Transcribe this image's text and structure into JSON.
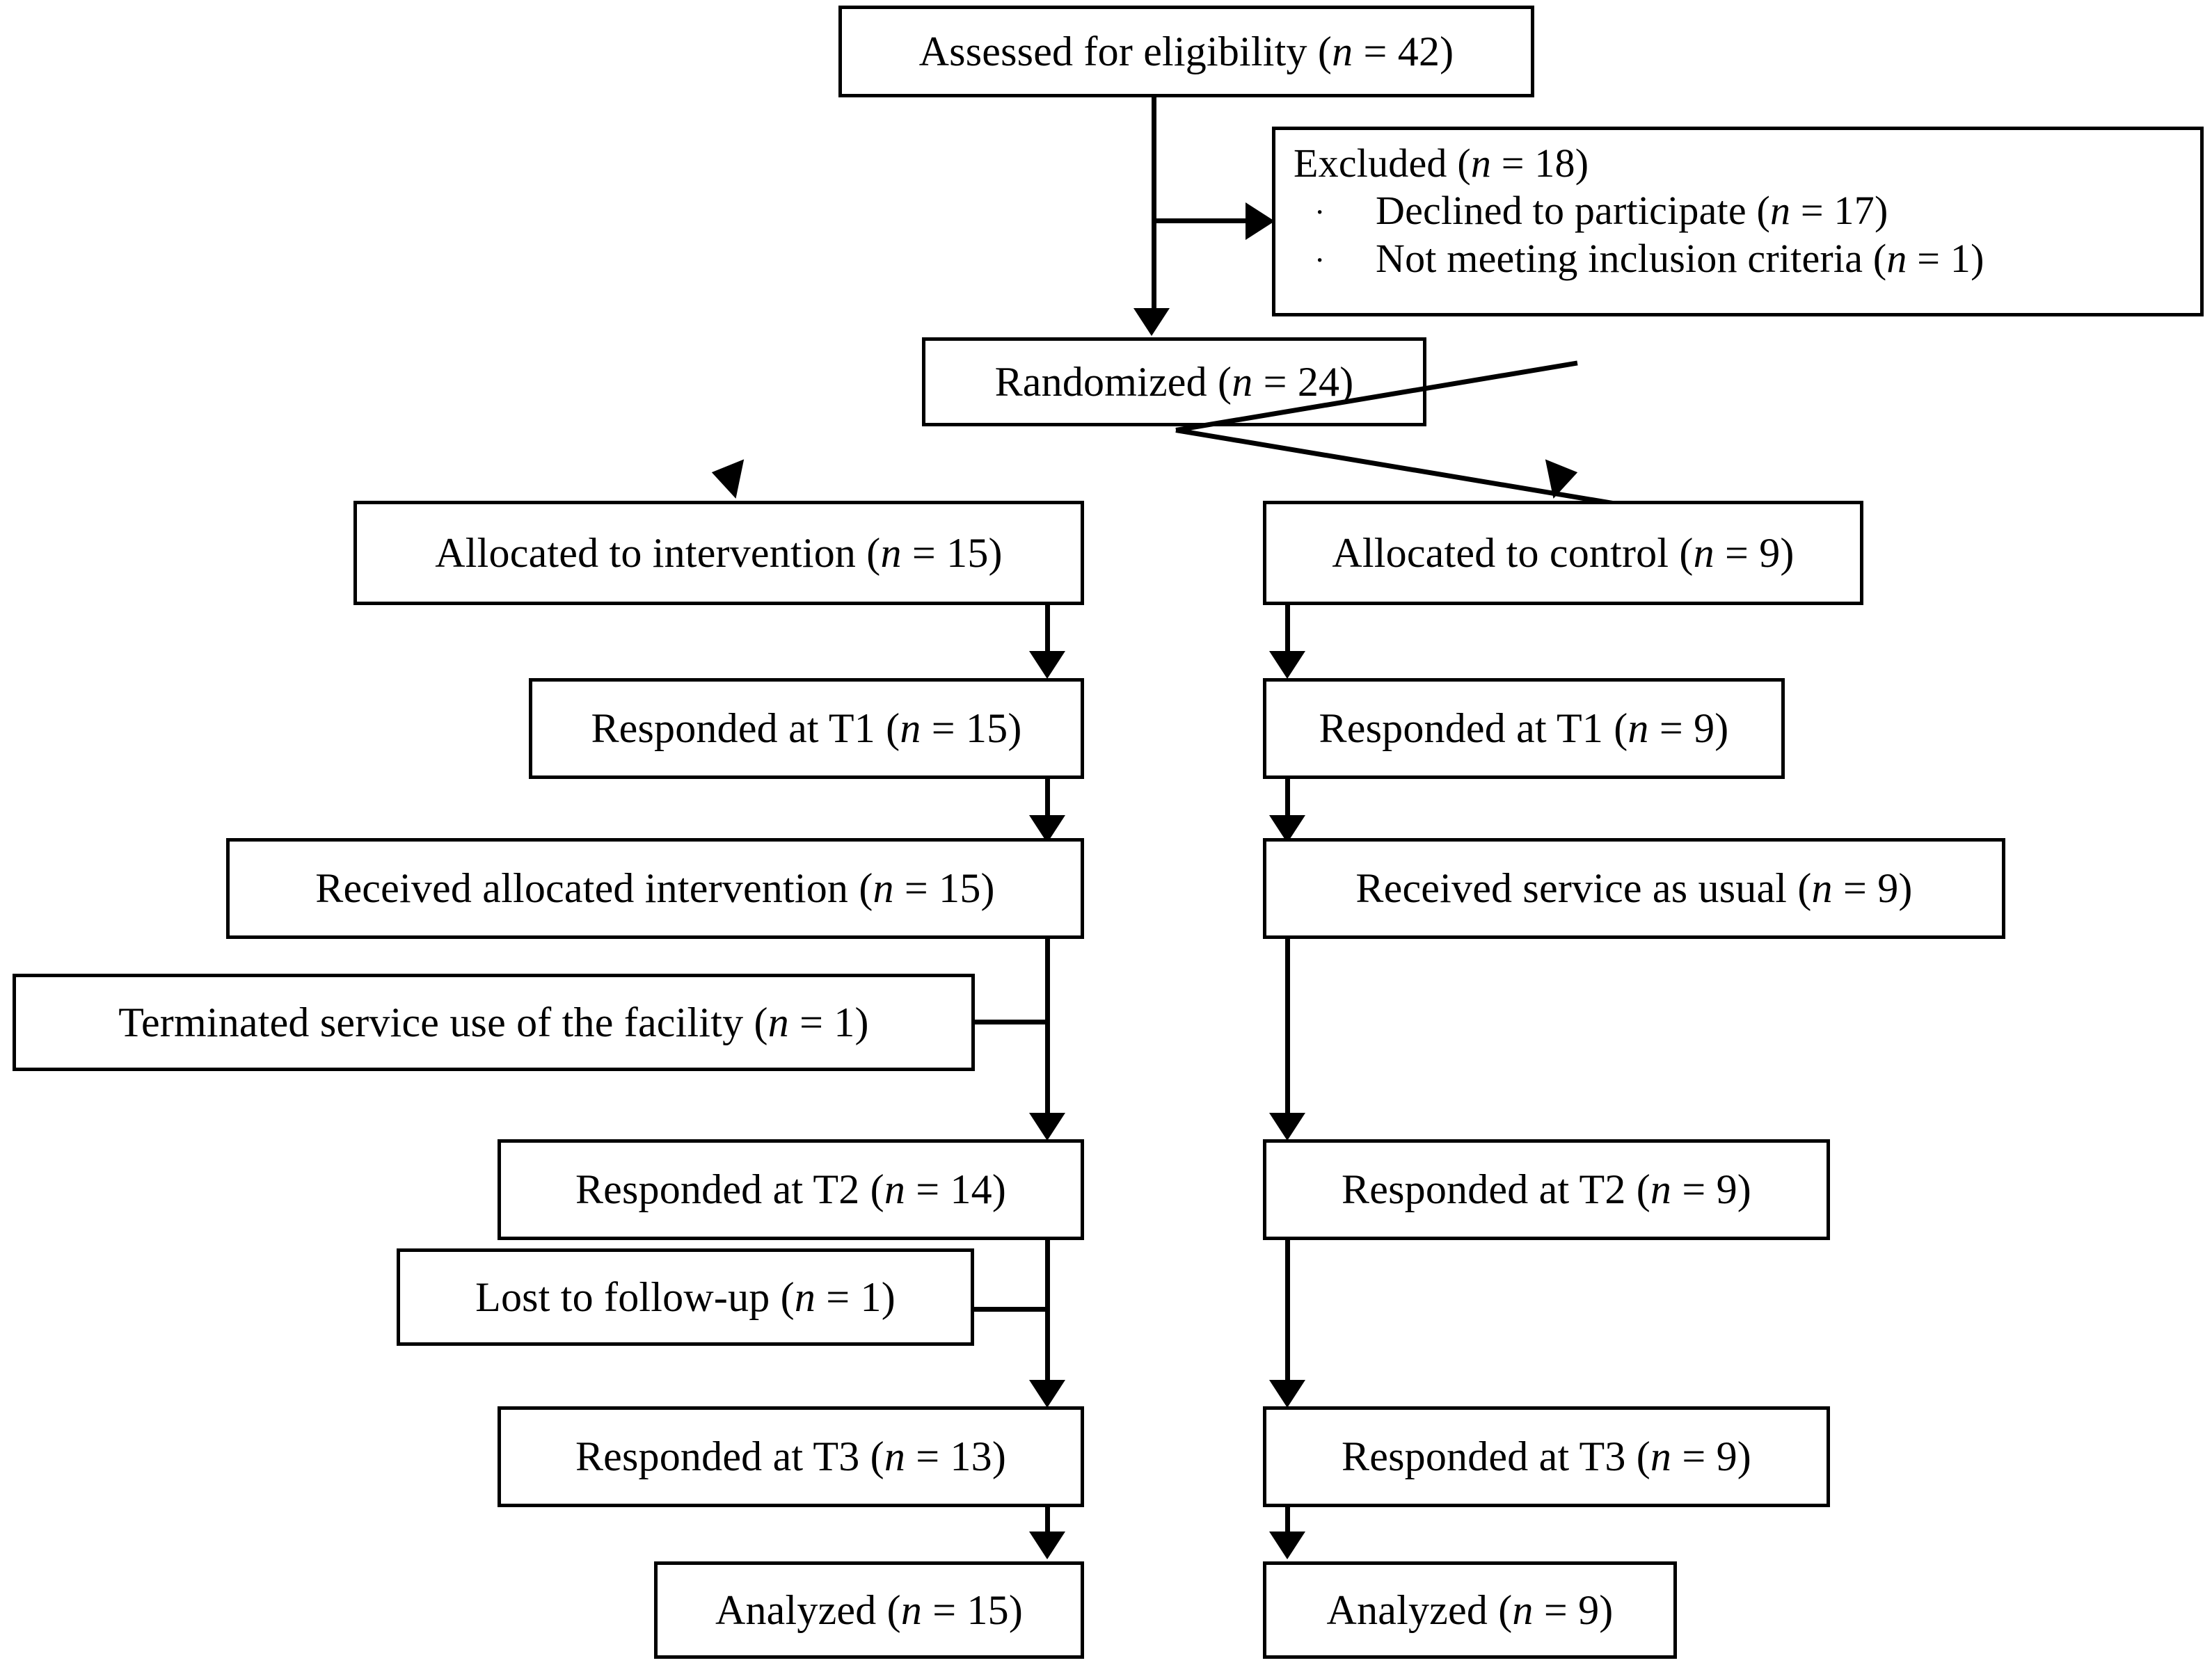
{
  "diagram": {
    "type": "consort-flow-diagram",
    "title": "CONSORT participant flow",
    "colors": {
      "stroke": "#000000",
      "fill": "#ffffff",
      "text": "#000000"
    },
    "nodes": {
      "assessed": {
        "text": "Assessed for eligibility (n = 42)",
        "prefix": "Assessed for eligibility (",
        "n_italic": "n",
        "suffix": " = 42)"
      },
      "excluded": {
        "heading_prefix": "Excluded (",
        "heading_n": "n",
        "heading_suffix": " = 18)",
        "bullets": [
          {
            "bullet": "·",
            "prefix": "Declined to participate (",
            "n_italic": "n",
            "suffix": " = 17)"
          },
          {
            "bullet": "·",
            "prefix": "Not meeting inclusion criteria (",
            "n_italic": "n",
            "suffix": " = 1)"
          }
        ]
      },
      "randomized": {
        "prefix": "Randomized (",
        "n_italic": "n",
        "suffix": " = 24)"
      },
      "alloc_intervention": {
        "prefix": "Allocated to intervention (",
        "n_italic": "n",
        "suffix": " = 15)"
      },
      "alloc_control": {
        "prefix": "Allocated to control (",
        "n_italic": "n",
        "suffix": " = 9)"
      },
      "t1_intervention": {
        "prefix": "Responded at T1 (",
        "n_italic": "n",
        "suffix": " = 15)"
      },
      "t1_control": {
        "prefix": "Responded at T1 (",
        "n_italic": "n",
        "suffix": " = 9)"
      },
      "received_intervention": {
        "prefix": "Received allocated intervention (",
        "n_italic": "n",
        "suffix": " = 15)"
      },
      "received_control": {
        "prefix": "Received service as usual (",
        "n_italic": "n",
        "suffix": " = 9)"
      },
      "terminated": {
        "prefix": "Terminated service use of the facility (",
        "n_italic": "n",
        "suffix": " = 1)"
      },
      "t2_intervention": {
        "prefix": "Responded at T2 (",
        "n_italic": "n",
        "suffix": " = 14)"
      },
      "t2_control": {
        "prefix": "Responded at T2 (",
        "n_italic": "n",
        "suffix": " = 9)"
      },
      "lost": {
        "prefix": "Lost to follow-up (",
        "n_italic": "n",
        "suffix": " = 1)"
      },
      "t3_intervention": {
        "prefix": "Responded at T3 (",
        "n_italic": "n",
        "suffix": " = 13)"
      },
      "t3_control": {
        "prefix": "Responded at T3 (",
        "n_italic": "n",
        "suffix": " = 9)"
      },
      "analyzed_intervention": {
        "prefix": "Analyzed (",
        "n_italic": "n",
        "suffix": " = 15)"
      },
      "analyzed_control": {
        "prefix": "Analyzed (",
        "n_italic": "n",
        "suffix": " = 9)"
      }
    },
    "flow_counts": {
      "assessed_for_eligibility": 42,
      "excluded_total": 18,
      "excluded_declined": 17,
      "excluded_not_meeting_criteria": 1,
      "randomized": 24,
      "intervention": {
        "allocated": 15,
        "responded_t1": 15,
        "received": 15,
        "terminated_service_use": 1,
        "responded_t2": 14,
        "lost_to_followup": 1,
        "responded_t3": 13,
        "analyzed": 15
      },
      "control": {
        "allocated": 9,
        "responded_t1": 9,
        "received": 9,
        "responded_t2": 9,
        "responded_t3": 9,
        "analyzed": 9
      }
    }
  }
}
